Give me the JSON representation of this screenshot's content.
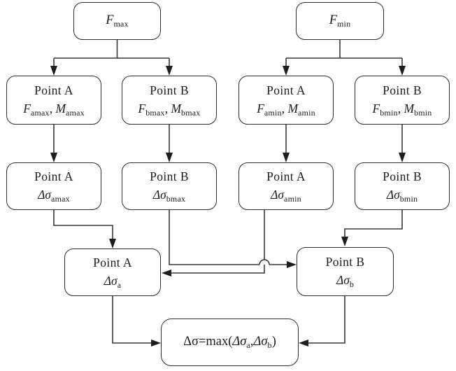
{
  "diagram": {
    "colors": {
      "background": "#ffffff",
      "line": "#383838",
      "text": "#1c1c1c",
      "box_fill": "#ffffff",
      "arrow_fill": "#1d1d1d"
    },
    "nodes": {
      "fmax": {
        "sym": "F",
        "sub": "max"
      },
      "fmin": {
        "sym": "F",
        "sub": "min"
      },
      "a_fmax": {
        "title": "Point A",
        "s1": "F",
        "s1sub": "amax",
        "sep": ", ",
        "s2": "M",
        "s2sub": "amax"
      },
      "b_fmax": {
        "title": "Point B",
        "s1": "F",
        "s1sub": "bmax",
        "sep": ", ",
        "s2": "M",
        "s2sub": "bmax"
      },
      "a_fmin": {
        "title": "Point A",
        "s1": "F",
        "s1sub": "amin",
        "sep": ", ",
        "s2": "M",
        "s2sub": "amin"
      },
      "b_fmin": {
        "title": "Point B",
        "s1": "F",
        "s1sub": "bmin",
        "sep": ", ",
        "s2": "M",
        "s2sub": "bmin"
      },
      "ds_amax": {
        "title": "Point A",
        "sym": "Δσ",
        "sub": "amax"
      },
      "ds_bmax": {
        "title": "Point B",
        "sym": "Δσ",
        "sub": "bmax"
      },
      "ds_amin": {
        "title": "Point A",
        "sym": "Δσ",
        "sub": "amin"
      },
      "ds_bmin": {
        "title": "Point B",
        "sym": "Δσ",
        "sub": "bmin"
      },
      "ds_a": {
        "title": "Point A",
        "sym": "Δσ",
        "sub": "a"
      },
      "ds_b": {
        "title": "Point B",
        "sym": "Δσ",
        "sub": "b"
      },
      "result": {
        "pre": "Δσ=max(",
        "s1": "Δσ",
        "s1sub": "a",
        "comma": ",",
        "s2": "Δσ",
        "s2sub": "b",
        "post": ")"
      }
    }
  }
}
